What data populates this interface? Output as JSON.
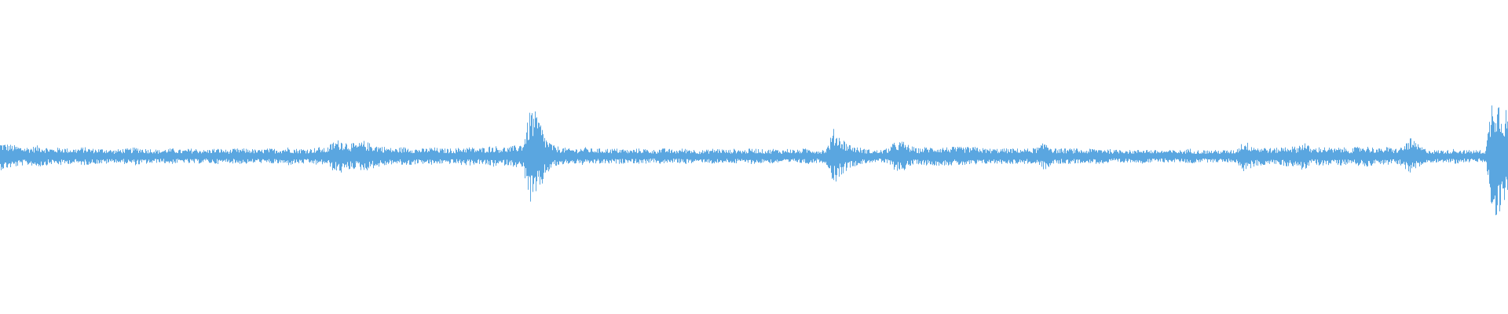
{
  "waveform": {
    "color": "#5aa6e0",
    "background": "#ffffff",
    "amplitude_envelope": [
      0.09,
      0.08,
      0.07,
      0.06,
      0.06,
      0.07,
      0.06,
      0.05,
      0.06,
      0.05,
      0.05,
      0.06,
      0.05,
      0.05,
      0.05,
      0.04,
      0.05,
      0.05,
      0.06,
      0.05,
      0.05,
      0.04,
      0.05,
      0.05,
      0.04,
      0.05,
      0.05,
      0.04,
      0.05,
      0.05,
      0.04,
      0.05,
      0.05,
      0.05,
      0.04,
      0.05,
      0.05,
      0.05,
      0.06,
      0.05,
      0.05,
      0.05,
      0.06,
      0.05,
      0.1,
      0.11,
      0.09,
      0.08,
      0.1,
      0.08,
      0.07,
      0.06,
      0.05,
      0.06,
      0.06,
      0.05,
      0.05,
      0.06,
      0.05,
      0.05,
      0.05,
      0.06,
      0.06,
      0.05,
      0.06,
      0.07,
      0.06,
      0.06,
      0.07,
      0.09,
      0.32,
      0.26,
      0.12,
      0.07,
      0.06,
      0.05,
      0.05,
      0.06,
      0.05,
      0.05,
      0.05,
      0.05,
      0.05,
      0.04,
      0.05,
      0.05,
      0.04,
      0.05,
      0.05,
      0.04,
      0.05,
      0.05,
      0.04,
      0.04,
      0.05,
      0.05,
      0.04,
      0.05,
      0.04,
      0.05,
      0.05,
      0.04,
      0.05,
      0.04,
      0.05,
      0.04,
      0.05,
      0.05,
      0.04,
      0.05,
      0.18,
      0.12,
      0.08,
      0.06,
      0.05,
      0.04,
      0.04,
      0.05,
      0.09,
      0.1,
      0.07,
      0.05,
      0.06,
      0.06,
      0.06,
      0.06,
      0.06,
      0.06,
      0.06,
      0.06,
      0.05,
      0.05,
      0.05,
      0.05,
      0.05,
      0.05,
      0.05,
      0.06,
      0.1,
      0.05,
      0.05,
      0.05,
      0.05,
      0.04,
      0.05,
      0.05,
      0.05,
      0.04,
      0.05,
      0.04,
      0.04,
      0.05,
      0.04,
      0.04,
      0.04,
      0.04,
      0.04,
      0.05,
      0.04,
      0.04,
      0.04,
      0.04,
      0.04,
      0.04,
      0.1,
      0.08,
      0.06,
      0.06,
      0.05,
      0.06,
      0.07,
      0.06,
      0.1,
      0.05,
      0.06,
      0.06,
      0.05,
      0.06,
      0.05,
      0.06,
      0.07,
      0.06,
      0.05,
      0.06,
      0.05,
      0.06,
      0.12,
      0.08,
      0.05,
      0.04,
      0.04,
      0.04,
      0.05,
      0.04,
      0.04,
      0.04,
      0.04,
      0.45,
      0.35,
      0.3
    ]
  }
}
